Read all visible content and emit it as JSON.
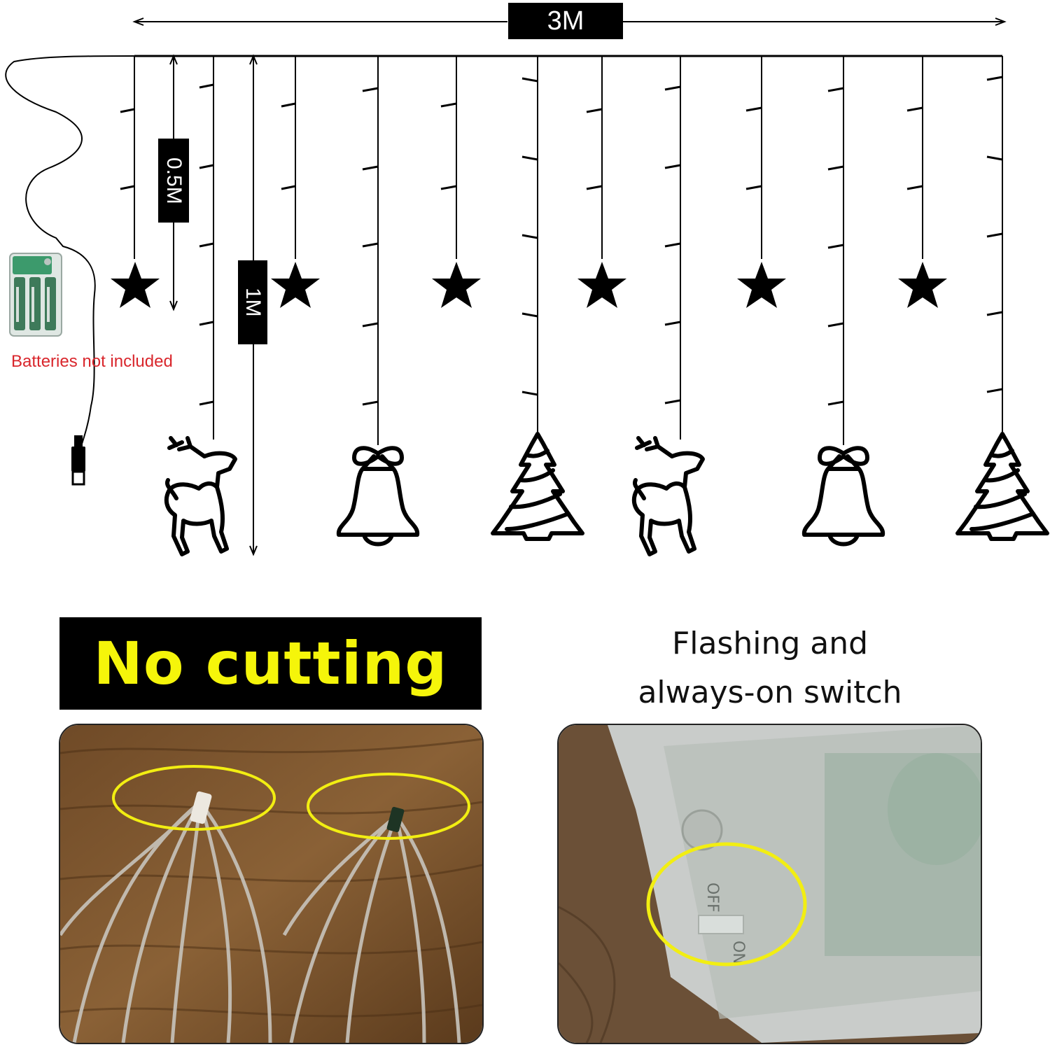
{
  "dimensions": {
    "width": "3M",
    "short_drop": "0.5M",
    "long_drop": "1M"
  },
  "battery_note": "Batteries not included",
  "no_cutting": "No cutting",
  "switch_caption": {
    "line1": "Flashing and",
    "line2": "always-on switch"
  },
  "switch_labels": {
    "off": "OFF",
    "on": "ON"
  },
  "colors": {
    "highlight": "#f2ee12",
    "warning": "#d9262c",
    "banner_bg": "#000000",
    "banner_text": "#f5f50a"
  },
  "icons": [
    "star-icon",
    "reindeer-icon",
    "bell-icon",
    "christmas-tree-icon",
    "usb-plug-icon",
    "battery-box"
  ]
}
